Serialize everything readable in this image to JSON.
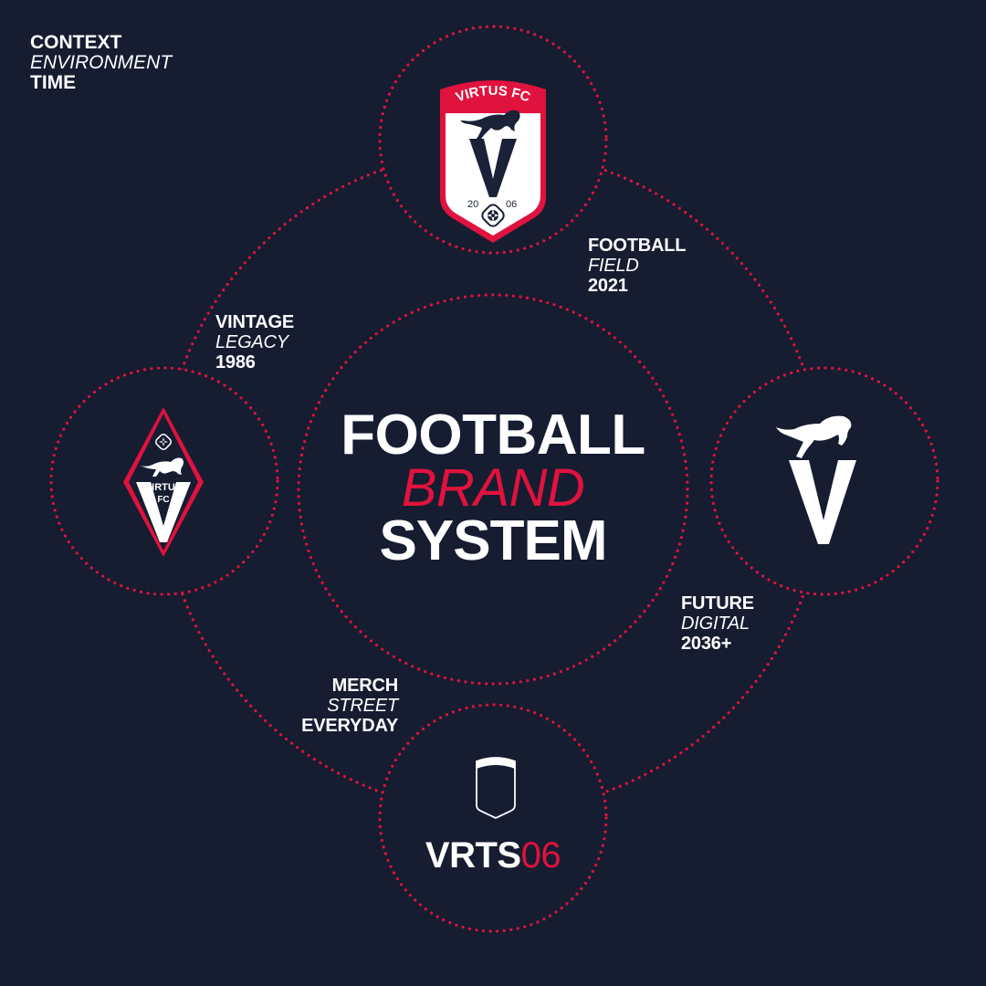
{
  "context_header": {
    "line1": "CONTEXT",
    "line2": "ENVIRONMENT",
    "line3": "TIME"
  },
  "center_title": {
    "line1": "FOOTBALL",
    "line2": "BRAND",
    "line3": "SYSTEM"
  },
  "nodes": {
    "top": {
      "name": "field-crest",
      "crest_text": "VIRTUS FC",
      "year_left": "20",
      "year_right": "06"
    },
    "left": {
      "name": "vintage-diamond",
      "crest_text_1": "VIRTUS",
      "crest_text_2": "FC"
    },
    "right": {
      "name": "digital-monogram"
    },
    "bottom": {
      "name": "merch-wordmark",
      "word_main": "VRTS",
      "word_accent": "06"
    }
  },
  "labels": {
    "football": {
      "line1": "FOOTBALL",
      "line2": "FIELD",
      "line3": "2021"
    },
    "vintage": {
      "line1": "VINTAGE",
      "line2": "LEGACY",
      "line3": "1986"
    },
    "future": {
      "line1": "FUTURE",
      "line2": "DIGITAL",
      "line3": "2036+"
    },
    "merch": {
      "line1": "MERCH",
      "line2": "STREET",
      "line3": "EVERYDAY"
    }
  },
  "colors": {
    "background": "#161d31",
    "accent": "#e0123e",
    "white": "#ffffff",
    "navy": "#1a2238"
  }
}
